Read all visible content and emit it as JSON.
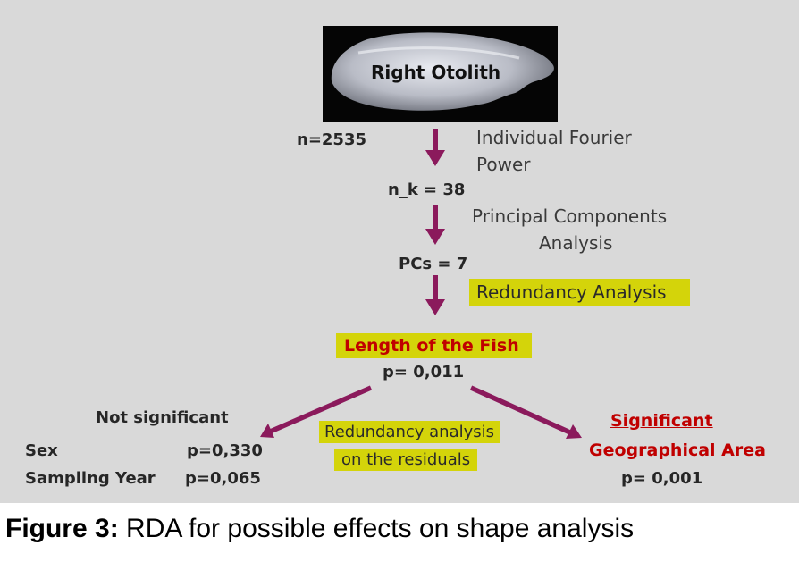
{
  "photo": {
    "label": "Right Otolith"
  },
  "steps": {
    "n_total": "n=2535",
    "step1_method_line1": "Individual Fourier",
    "step1_method_line2": "Power",
    "n_k": "n_k = 38",
    "step2_method_line1": "Principal Components",
    "step2_method_line2": "Analysis",
    "pcs": "PCs =  7",
    "step3_method": "Redundancy Analysis"
  },
  "length": {
    "label": "Length of the Fish",
    "p": "p= 0,011"
  },
  "residuals": {
    "line1": "Redundancy analysis",
    "line2": "on the residuals"
  },
  "not_significant": {
    "heading": "Not significant",
    "items": [
      {
        "name": "Sex",
        "p": "p=0,330"
      },
      {
        "name": "Sampling Year",
        "p": "p=0,065"
      }
    ]
  },
  "significant": {
    "heading": "Significant",
    "label": "Geographical Area",
    "p": "p= 0,001"
  },
  "caption": {
    "bold": "Figure 3:",
    "text": " RDA for possible effects on shape analysis"
  },
  "colors": {
    "arrow": "#8b1a5c",
    "highlight": "#d4d40a",
    "significant": "#c00000",
    "background": "#d9d9d9"
  }
}
